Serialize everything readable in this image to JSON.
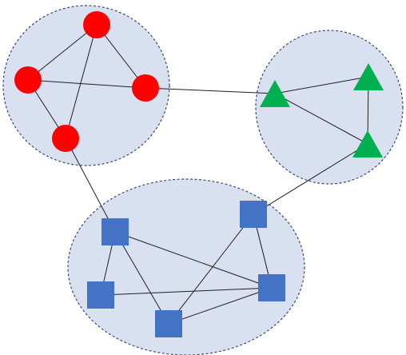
{
  "colors": {
    "background": "#ffffff",
    "cluster_fill": "#d9e0f0",
    "cluster_border": "#3c4a6e",
    "edge": "#1f1f1f",
    "circle_fill": "#ff0000",
    "triangle_fill": "#00b050",
    "square_fill": "#4472c4"
  },
  "clusters": [
    {
      "id": "cluster-red",
      "node_shape": "circle"
    },
    {
      "id": "cluster-green",
      "node_shape": "triangle"
    },
    {
      "id": "cluster-blue",
      "node_shape": "square"
    }
  ],
  "nodes": [
    {
      "id": "r-top",
      "shape": "circle",
      "cluster": "cluster-red"
    },
    {
      "id": "r-left",
      "shape": "circle",
      "cluster": "cluster-red"
    },
    {
      "id": "r-right",
      "shape": "circle",
      "cluster": "cluster-red"
    },
    {
      "id": "r-bottom",
      "shape": "circle",
      "cluster": "cluster-red"
    },
    {
      "id": "g-left",
      "shape": "triangle",
      "cluster": "cluster-green"
    },
    {
      "id": "g-top",
      "shape": "triangle",
      "cluster": "cluster-green"
    },
    {
      "id": "g-bottom",
      "shape": "triangle",
      "cluster": "cluster-green"
    },
    {
      "id": "b-topleft",
      "shape": "square",
      "cluster": "cluster-blue"
    },
    {
      "id": "b-topright",
      "shape": "square",
      "cluster": "cluster-blue"
    },
    {
      "id": "b-left",
      "shape": "square",
      "cluster": "cluster-blue"
    },
    {
      "id": "b-right",
      "shape": "square",
      "cluster": "cluster-blue"
    },
    {
      "id": "b-bottom",
      "shape": "square",
      "cluster": "cluster-blue"
    }
  ],
  "edges": [
    [
      "r-top",
      "r-left"
    ],
    [
      "r-top",
      "r-right"
    ],
    [
      "r-top",
      "r-bottom"
    ],
    [
      "r-left",
      "r-right"
    ],
    [
      "r-left",
      "r-bottom"
    ],
    [
      "r-right",
      "g-left"
    ],
    [
      "r-bottom",
      "b-topleft"
    ],
    [
      "g-left",
      "g-top"
    ],
    [
      "g-left",
      "g-bottom"
    ],
    [
      "g-top",
      "g-bottom"
    ],
    [
      "g-bottom",
      "b-topright"
    ],
    [
      "b-topleft",
      "b-left"
    ],
    [
      "b-topleft",
      "b-bottom"
    ],
    [
      "b-topleft",
      "b-right"
    ],
    [
      "b-topright",
      "b-bottom"
    ],
    [
      "b-topright",
      "b-right"
    ],
    [
      "b-left",
      "b-right"
    ],
    [
      "b-bottom",
      "b-right"
    ]
  ]
}
